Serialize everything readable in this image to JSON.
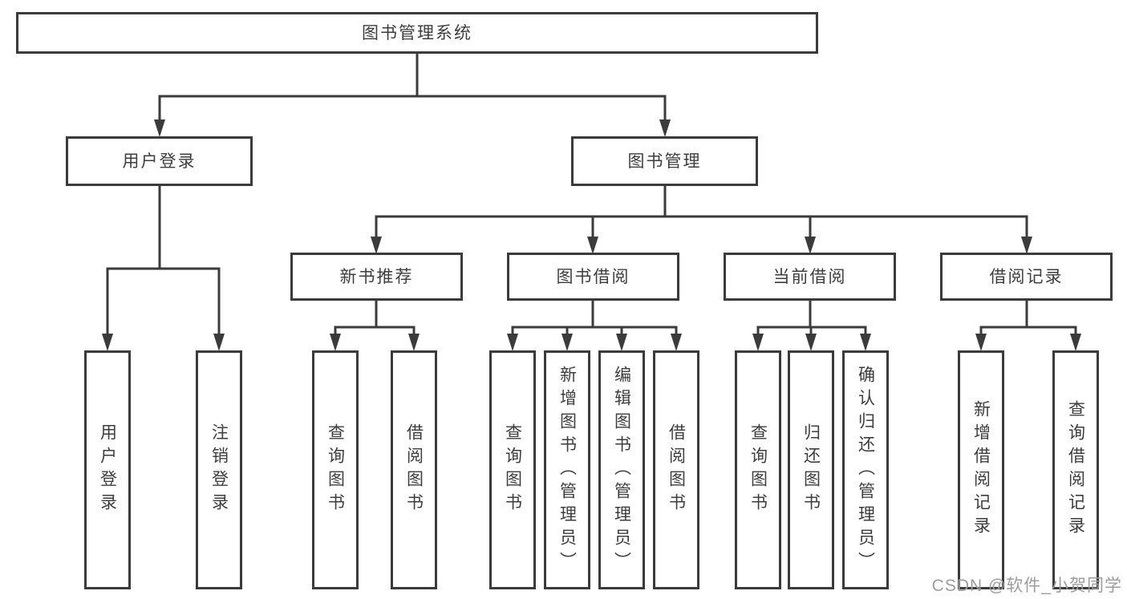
{
  "tree": {
    "root": "图书管理系统",
    "level2": [
      "用户登录",
      "图书管理"
    ],
    "level3": [
      "新书推荐",
      "图书借阅",
      "当前借阅",
      "借阅记录"
    ],
    "leaves": {
      "user_login": [
        "用户登录",
        "注销登录"
      ],
      "new_book": [
        "查询图书",
        "借阅图书"
      ],
      "book_borrow": [
        "查询图书",
        "新增图书（管理员）",
        "编辑图书（管理员）",
        "借阅图书"
      ],
      "current_borrow": [
        "查询图书",
        "归还图书",
        "确认归还（管理员）"
      ],
      "borrow_records": [
        "新增借阅记录",
        "查询借阅记录"
      ]
    }
  },
  "watermark": "CSDN @软件_小贺同学",
  "colors": {
    "line": "#3b3b3b",
    "text": "#3d3d3d",
    "watermark": "#9c9c9c",
    "background": "#ffffff"
  }
}
